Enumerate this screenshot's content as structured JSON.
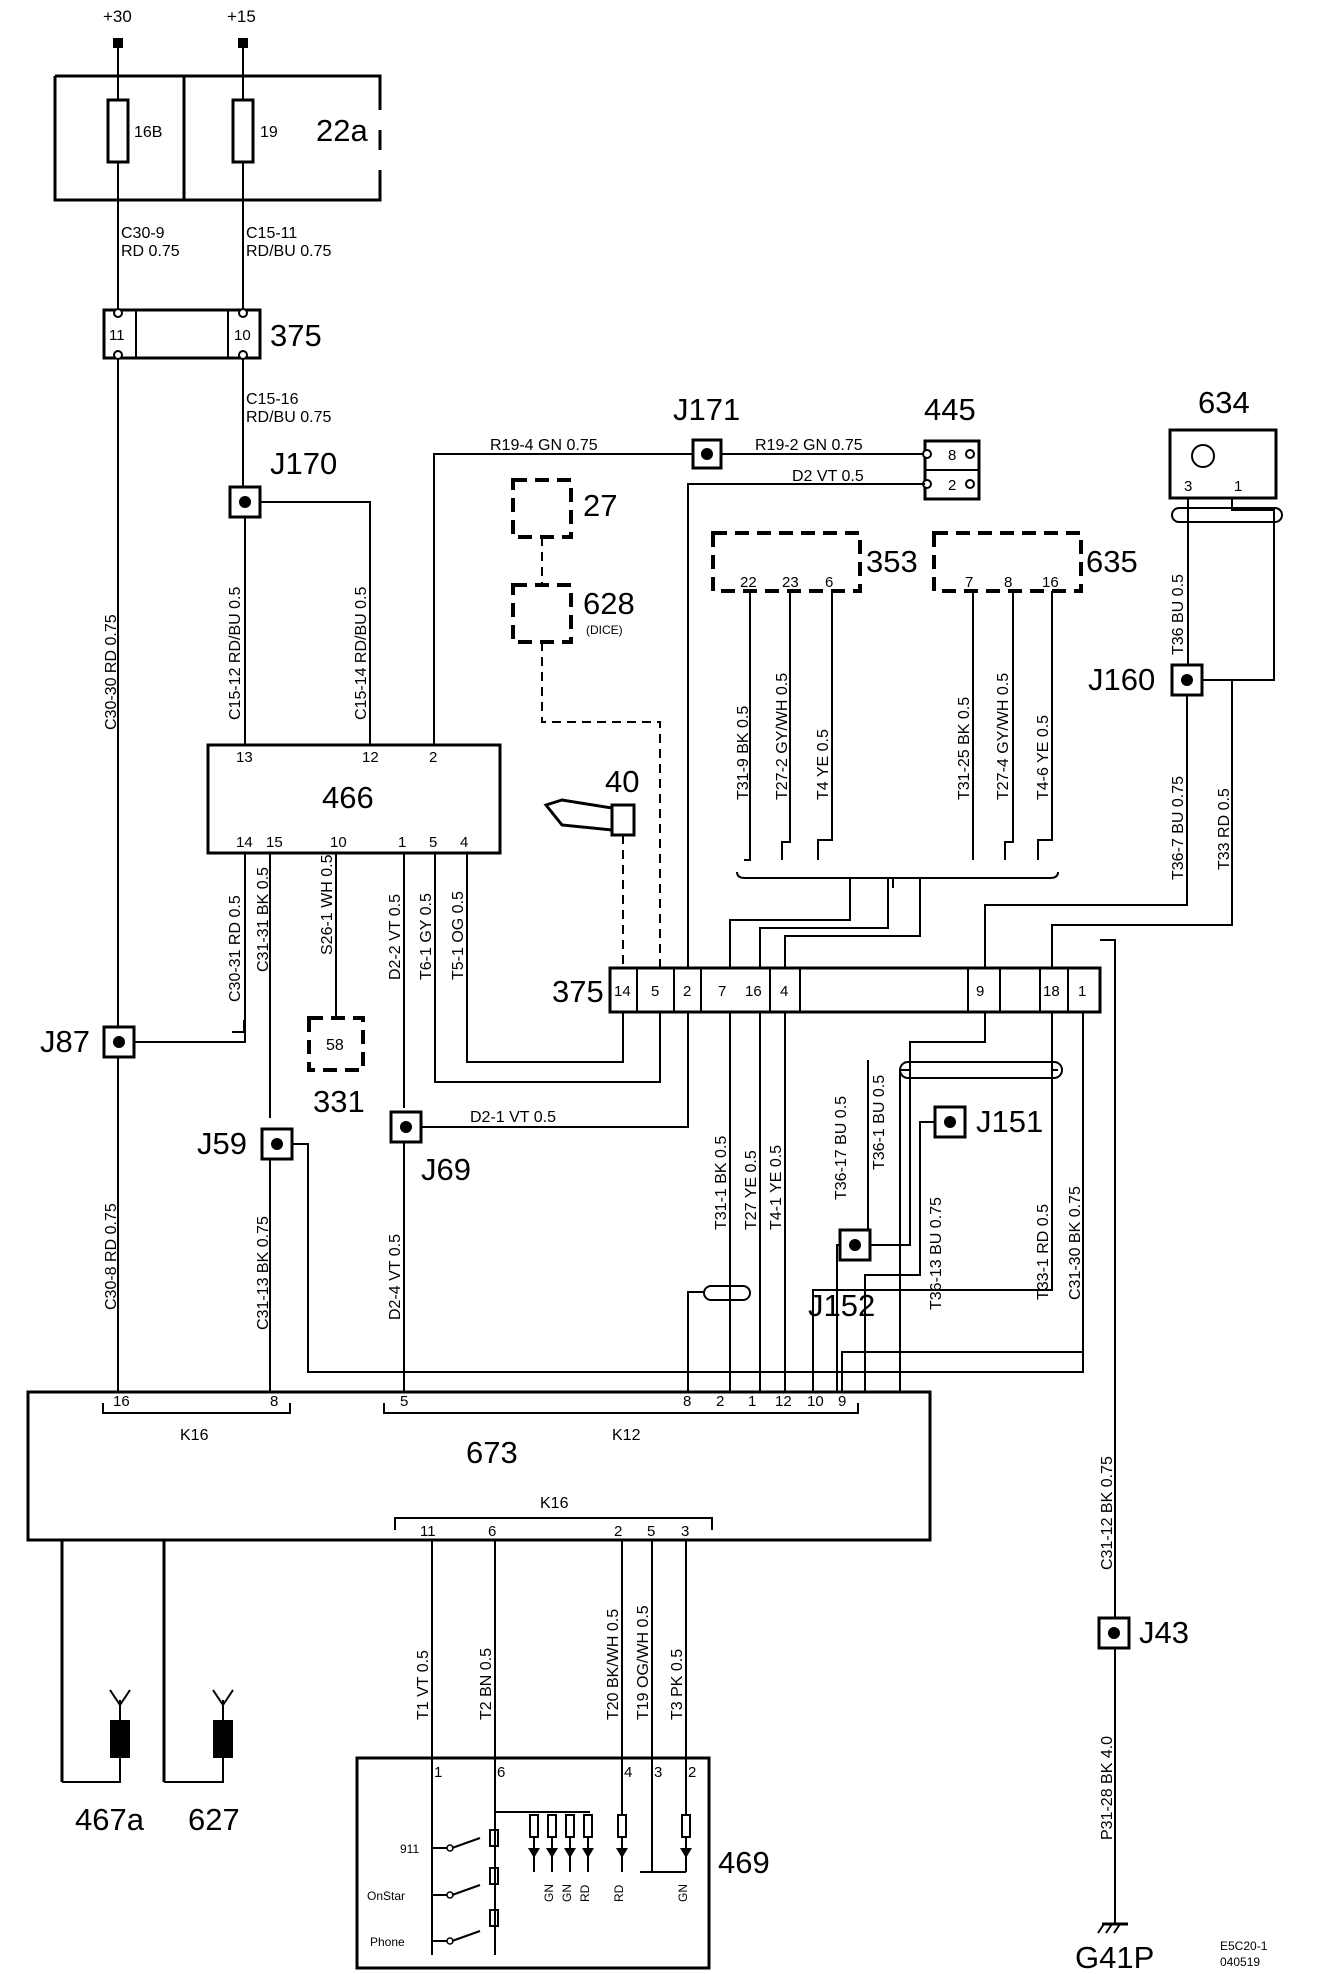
{
  "components": {
    "terminal_30": "+30",
    "terminal_15": "+15",
    "fuse_box": "22a",
    "fuse_16b": "16B",
    "fuse_19": "19",
    "connector_375": "375",
    "junction_j170": "J170",
    "junction_j171": "J171",
    "connector_445": "445",
    "component_634": "634",
    "component_27": "27",
    "component_628": "628",
    "component_628_sub": "(DICE)",
    "component_353": "353",
    "component_635": "635",
    "junction_j160": "J160",
    "module_466": "466",
    "component_40": "40",
    "connector_375b": "375",
    "junction_j87": "J87",
    "component_331": "331",
    "pin_331": "58",
    "junction_j59": "J59",
    "junction_j69": "J69",
    "junction_j151": "J151",
    "junction_j152": "J152",
    "module_673": "673",
    "k16_left": "K16",
    "k12": "K12",
    "k16_bottom": "K16",
    "junction_j43": "J43",
    "antenna_467a": "467a",
    "antenna_627": "627",
    "panel_469": "469",
    "ground_g41p": "G41P",
    "ref_code": "E5C20-1",
    "ref_date": "040519"
  },
  "wires": {
    "c30_9": "C30-9",
    "c30_9_spec": "RD  0.75",
    "c15_11": "C15-11",
    "c15_11_spec": "RD/BU 0.75",
    "c15_16": "C15-16",
    "c15_16_spec": "RD/BU 0.75",
    "r19_4": "R19-4  GN  0.75",
    "r19_2": "R19-2   GN   0.75",
    "d2": "D2   VT   0.5",
    "c30_30": "C30-30  RD  0.75",
    "c15_12": "C15-12 RD/BU  0.5",
    "c15_14": "C15-14  RD/BU  0.5",
    "t31_9": "T31-9  BK  0.5",
    "t27_2": "T27-2  GY/WH  0.5",
    "t4": "T4   YE   0.5",
    "t31_25": "T31-25  BK  0.5",
    "t27_4": "T27-4  GY/WH  0.5",
    "t4_6": "T4-6  YE  0.5",
    "t36": "T36  BU  0.5",
    "t36_7": "T36-7  BU  0.75",
    "t33": "T33  RD   0.5",
    "c30_31": "C30-31  RD  0.5",
    "c31_31": "C31-31  BK  0.5",
    "s26_1": "S26-1  WH  0.5",
    "d2_2": "D2-2   VT   0.5",
    "t6_1": "T6-1  GY  0.5",
    "t5_1": "T5-1  OG  0.5",
    "d2_1": "D2-1    VT    0.5",
    "t31_1": "T31-1  BK   0.5",
    "t27": "T27   YE   0.5",
    "t4_1": "T4-1   YE   0.5",
    "t36_17": "T36-17  BU  0.5",
    "t36_1": "T36-1   BU   0.5",
    "t36_13": "T36-13  BU  0.75",
    "t33_1": "T33-1  RD  0.5",
    "c31_30": "C31-30  BK  0.75",
    "c30_8": "C30-8  RD  0.75",
    "c31_13": "C31-13  BK  0.75",
    "d2_4": "D2-4   VT   0.5",
    "c31_12": "C31-12  BK   0.75",
    "p31_28": "P31-28  BK   4.0",
    "t1": "T1   VT   0.5",
    "t2": "T2   BN   0.5",
    "t20": "T20  BK/WH  0.5",
    "t19": "T19  OG/WH  0.5",
    "t3": "T3    PK   0.5"
  },
  "pins": {
    "c375_11": "11",
    "c375_10": "10",
    "c445_8": "8",
    "c445_2": "2",
    "c634_3": "3",
    "c634_1": "1",
    "c353_22": "22",
    "c353_23": "23",
    "c353_6": "6",
    "c635_7": "7",
    "c635_8": "8",
    "c635_16": "16",
    "m466_13": "13",
    "m466_12": "12",
    "m466_2": "2",
    "m466_14": "14",
    "m466_15": "15",
    "m466_10": "10",
    "m466_1": "1",
    "m466_5": "5",
    "m466_4": "4",
    "b375_14": "14",
    "b375_5": "5",
    "b375_2": "2",
    "b375_7": "7",
    "b375_16": "16",
    "b375_4": "4",
    "b375_9": "9",
    "b375_18": "18",
    "b375_1": "1",
    "m673_16": "16",
    "m673_8": "8",
    "m673_5": "5",
    "m673_k12_8": "8",
    "m673_k12_2": "2",
    "m673_k12_1": "1",
    "m673_k12_12": "12",
    "m673_k12_10": "10",
    "m673_k12_9": "9",
    "m673_k16_11": "11",
    "m673_k16_6": "6",
    "m673_k16_2": "2",
    "m673_k16_5": "5",
    "m673_k16_3": "3",
    "p469_1": "1",
    "p469_6": "6",
    "p469_4": "4",
    "p469_3": "3",
    "p469_2": "2"
  },
  "panel_469": {
    "btn_911": "911",
    "btn_onstar": "OnStar",
    "btn_phone": "Phone",
    "led_1": "GN",
    "led_2": "GN",
    "led_3": "RD",
    "led_4": "RD",
    "led_5": "GN"
  }
}
